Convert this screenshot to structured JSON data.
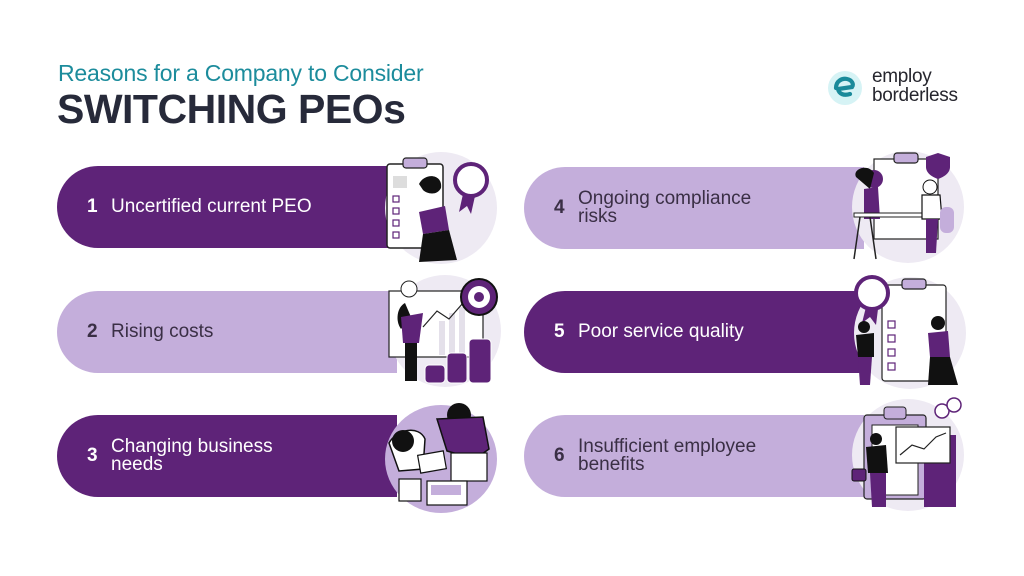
{
  "header": {
    "subtitle": "Reasons for a Company to Consider",
    "title": "SWITCHING PEOs"
  },
  "logo": {
    "line1": "employ",
    "line2": "borderless",
    "mark": "e"
  },
  "colors": {
    "dark_purple": "#5e2378",
    "light_purple": "#c4aedb",
    "title": "#272a3a",
    "subtitle": "#1c8c9c",
    "logo_bg": "#d6f3f5",
    "logo_mark": "#1a8a9a"
  },
  "reasons": [
    {
      "number": "1",
      "label": "Uncertified current PEO",
      "style": "dark",
      "icon": "certificate-checklist-illustration"
    },
    {
      "number": "2",
      "label": "Rising costs",
      "style": "light",
      "icon": "rising-chart-coins-illustration"
    },
    {
      "number": "3",
      "label": "Changing business needs",
      "style": "dark",
      "icon": "team-collaboration-illustration"
    },
    {
      "number": "4",
      "label": "Ongoing compliance risks",
      "style": "light",
      "icon": "compliance-meeting-illustration"
    },
    {
      "number": "5",
      "label": "Poor service quality",
      "style": "dark",
      "icon": "quality-checklist-illustration"
    },
    {
      "number": "6",
      "label": "Insufficient employee benefits",
      "style": "light",
      "icon": "benefits-presentation-illustration"
    }
  ]
}
